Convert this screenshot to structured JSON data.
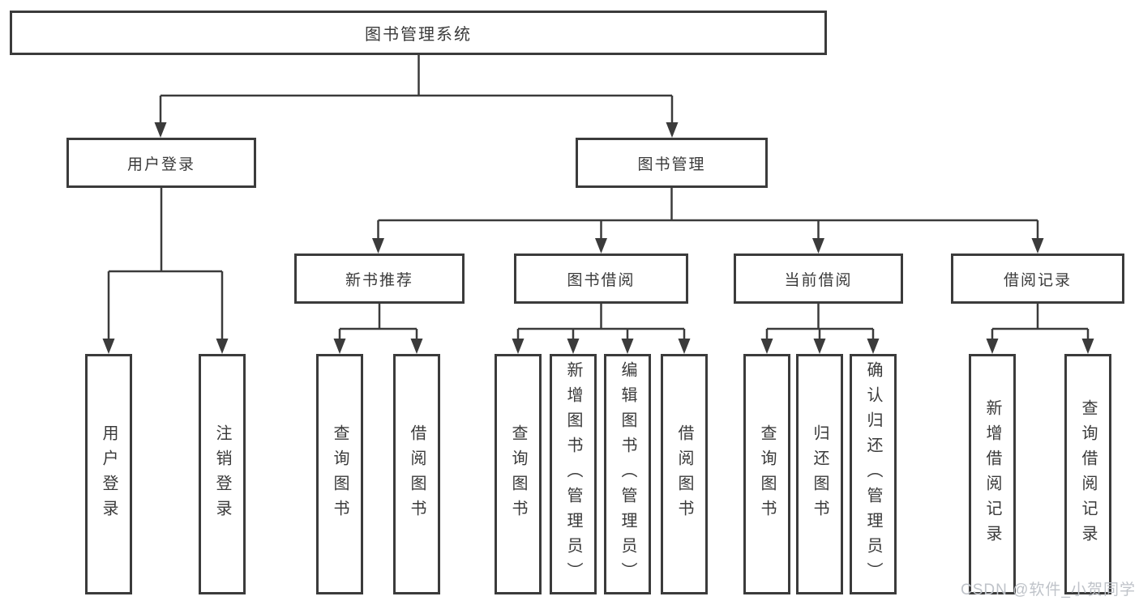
{
  "nodes": {
    "root": "图书管理系统",
    "user_login": "用户登录",
    "book_mgmt": "图书管理",
    "new_book": "新书推荐",
    "book_borrow": "图书借阅",
    "current_borrow": "当前借阅",
    "borrow_records": "借阅记录",
    "leaf_user_login": "用户登录",
    "leaf_logout": "注销登录",
    "leaf_nb_query": "查询图书",
    "leaf_nb_borrow": "借阅图书",
    "leaf_bb_query": "查询图书",
    "leaf_bb_add": "新增图书（管理员）",
    "leaf_bb_edit": "编辑图书（管理员）",
    "leaf_bb_borrow": "借阅图书",
    "leaf_cb_query": "查询图书",
    "leaf_cb_return": "归还图书",
    "leaf_cb_confirm": "确认归还（管理员）",
    "leaf_br_add": "新增借阅记录",
    "leaf_br_query": "查询借阅记录"
  },
  "watermark": "CSDN @软件_小贺同学",
  "colors": {
    "line": "#3b3b3b",
    "text": "#3a3a3a",
    "watermark": "#bfc3c9",
    "background": "#ffffff"
  }
}
